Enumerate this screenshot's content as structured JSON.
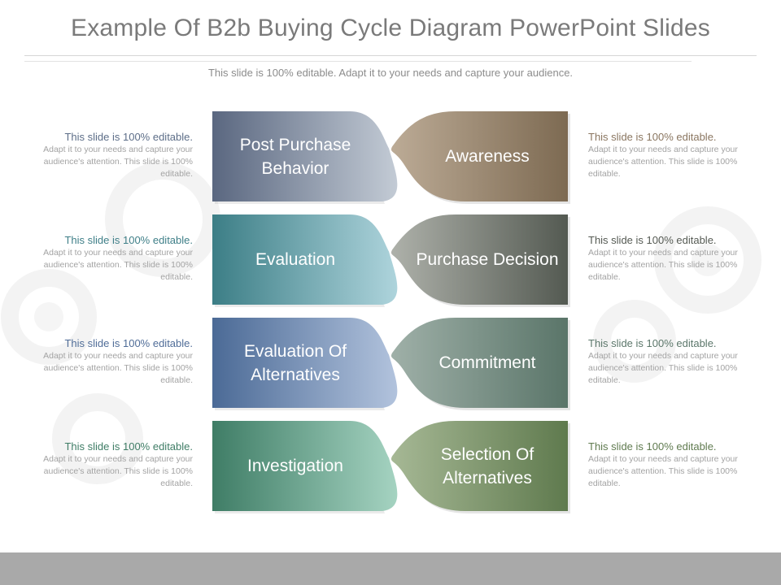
{
  "title": "Example Of B2b Buying Cycle Diagram PowerPoint Slides",
  "subtitle": "This slide is 100% editable. Adapt it to your needs and capture your audience.",
  "rows": [
    {
      "left_label": "Post Purchase Behavior",
      "right_label": "Awareness",
      "left_desc_head": "This slide is 100% editable.",
      "left_desc_body": "Adapt it to your needs and capture your audience's attention. This slide is 100% editable.",
      "right_desc_head": "This slide is 100% editable.",
      "right_desc_body": "Adapt it to your needs and capture your audience's attention. This slide is 100% editable.",
      "left_color_dark": "#5a6780",
      "left_color_light": "#c3cbd5",
      "right_color_dark": "#7d6a52",
      "right_color_light": "#bcab96",
      "left_head_color": "#5d6e88",
      "right_head_color": "#8a7660"
    },
    {
      "left_label": "Evaluation",
      "right_label": "Purchase Decision",
      "left_desc_head": "This slide is 100% editable.",
      "left_desc_body": "Adapt it to your needs and capture your audience's attention. This slide is 100% editable.",
      "right_desc_head": "This slide is 100% editable.",
      "right_desc_body": "Adapt it to your needs and capture your audience's attention. This slide is 100% editable.",
      "left_color_dark": "#3c7e86",
      "left_color_light": "#aed4dc",
      "right_color_dark": "#545a52",
      "right_color_light": "#aeb1aa",
      "left_head_color": "#3f7f88",
      "right_head_color": "#555a53"
    },
    {
      "left_label": "Evaluation Of Alternatives",
      "right_label": "Commitment",
      "left_desc_head": "This slide is 100% editable.",
      "left_desc_body": "Adapt it to your needs and capture your audience's attention. This slide is 100% editable.",
      "right_desc_head": "This slide is 100% editable.",
      "right_desc_body": "Adapt it to your needs and capture your audience's attention. This slide is 100% editable.",
      "left_color_dark": "#4b6a96",
      "left_color_light": "#b2c3dd",
      "right_color_dark": "#5a7569",
      "right_color_light": "#9fb0a8",
      "left_head_color": "#506d98",
      "right_head_color": "#5c776b"
    },
    {
      "left_label": "Investigation",
      "right_label": "Selection Of Alternatives",
      "left_desc_head": "This slide is 100% editable.",
      "left_desc_body": "Adapt it to your needs and capture your audience's attention. This slide is 100% editable.",
      "right_desc_head": "This slide is 100% editable.",
      "right_desc_body": "Adapt it to your needs and capture your audience's attention. This slide is 100% editable.",
      "left_color_dark": "#3f7d66",
      "left_color_light": "#a5d3c1",
      "right_color_dark": "#5f7a4e",
      "right_color_light": "#a6b895",
      "left_head_color": "#3f7d66",
      "right_head_color": "#607b50"
    }
  ]
}
